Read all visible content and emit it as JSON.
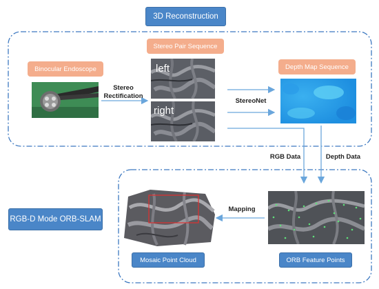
{
  "top_section": {
    "title": "3D Reconstruction",
    "stereo_pair_label": "Stereo Pair Sequence",
    "binocular_label": "Binocular Endoscope",
    "rectification_label": "Stereo\nRectification",
    "left_text": "left",
    "right_text": "right",
    "stereonet_label": "StereoNet",
    "depth_map_label": "Depth Map Sequence"
  },
  "middle": {
    "rgb_label": "RGB Data",
    "depth_label": "Depth Data"
  },
  "bottom_section": {
    "title": "RGB-D Mode ORB-SLAM",
    "mapping_label": "Mapping",
    "mosaic_label": "Mosaic Point Cloud",
    "orb_label": "ORB Feature Points"
  },
  "colors": {
    "accent_blue": "#4a86c8",
    "orange": "#f4ad8c",
    "dash_border": "#3c78c0",
    "arrow": "#6aa6dc"
  }
}
